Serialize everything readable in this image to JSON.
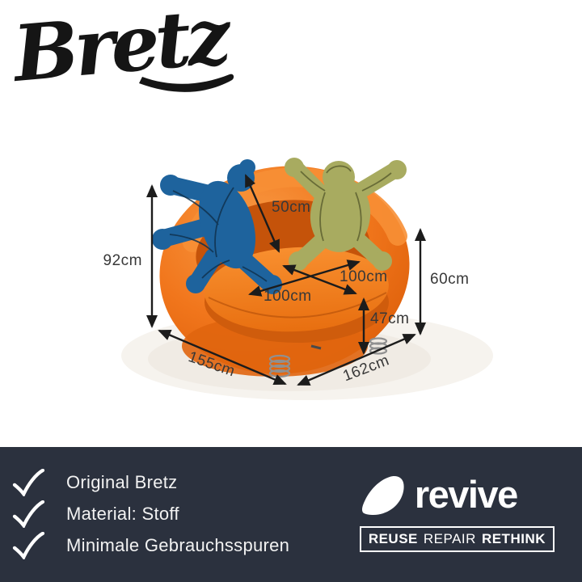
{
  "brand": {
    "logo_text": "Bretz"
  },
  "product": {
    "dimensions": {
      "height": "92cm",
      "backrest_depth": "50cm",
      "seat_width": "100cm",
      "seat_depth": "100cm",
      "back_height": "60cm",
      "seat_height": "47cm",
      "width": "155cm",
      "depth": "162cm"
    },
    "colors": {
      "sofa_orange": "#f0761b",
      "cushion_blue": "#1e639d",
      "cushion_green": "#a8ab60"
    }
  },
  "footer": {
    "bg_color": "#2b313e",
    "check_icon": "✓",
    "items": [
      "Original Bretz",
      "Material: Stoff",
      "Minimale Gebrauchsspuren"
    ],
    "revive": {
      "name": "revive",
      "tagline": [
        "REUSE",
        "REPAIR",
        "RETHINK"
      ]
    }
  }
}
